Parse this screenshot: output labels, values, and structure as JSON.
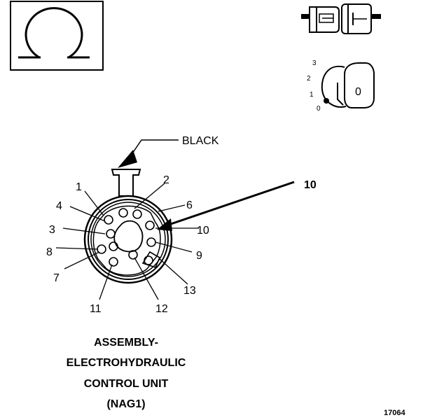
{
  "symbols": {
    "ohm_box": "ohmmeter-symbol",
    "connector": "connector-symbol",
    "switch": "ignition-switch-symbol",
    "switch_key_text": "0",
    "switch_positions": [
      "0",
      "1",
      "2",
      "3"
    ]
  },
  "diagram": {
    "wire_color_label": "BLACK",
    "pointer_label": "10",
    "pin_labels": [
      "1",
      "2",
      "3",
      "4",
      "6",
      "7",
      "8",
      "9",
      "10",
      "11",
      "12",
      "13"
    ],
    "caption_lines": [
      "ASSEMBLY-",
      "ELECTROHYDRAULIC",
      "CONTROL UNIT",
      "(NAG1)"
    ],
    "figure_number": "17064"
  }
}
